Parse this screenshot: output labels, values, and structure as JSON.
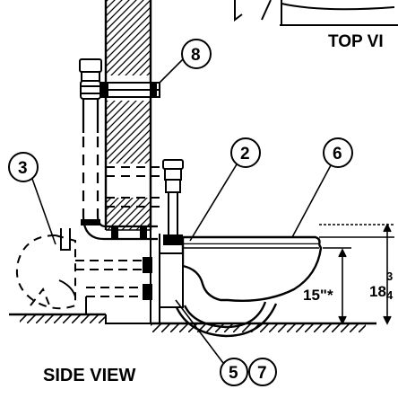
{
  "diagram": {
    "view_labels": {
      "side": "SIDE VIEW",
      "top": "TOP VI"
    },
    "callouts": {
      "c2": "2",
      "c3": "3",
      "c5": "5",
      "c6": "6",
      "c7": "7",
      "c8": "8"
    },
    "dimensions": {
      "seat_height": "15\"*",
      "overall_whole": "18",
      "overall_frac_num": "3",
      "overall_frac_den": "4"
    }
  }
}
